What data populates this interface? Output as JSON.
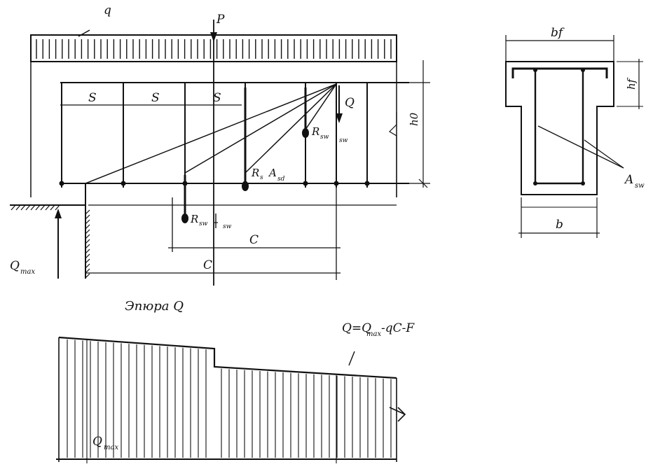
{
  "labels": {
    "load_q": "q",
    "force_p": "P",
    "spacing_1": "S",
    "spacing_2": "S",
    "spacing_3": "S",
    "q_section": "Q",
    "rsw_asw_upper": "R",
    "rsw_asw_upper_sub": "sw",
    "rsw_asw_upper_index": "sw",
    "rsw_asw_mid": "R",
    "rsw_asw_mid_sub": "s",
    "rsw_asw_mid_a": "A",
    "rsw_asw_mid_a_sub": "sd",
    "rsw_asw_lower": "R",
    "rsw_asw_lower_sub": "sw",
    "rsw_asw_lower_index": "sw",
    "height_h0": "h0",
    "span_c0": "C",
    "span_c": "C",
    "q_max_support": "Q",
    "q_max_support_sub": "max",
    "diagram_title": "Эпюра Q",
    "q_formula": "Q=Q",
    "q_formula_sub": "max",
    "q_formula_tail": "-qC-F",
    "q_max_diagram": "Q",
    "q_max_diagram_sub": "max",
    "section_bf": "bf",
    "section_hf": "hf",
    "section_b": "b",
    "section_asw": "A",
    "section_asw_sub": "sw"
  },
  "colors": {
    "ink": "#111111",
    "background": "#ffffff"
  }
}
